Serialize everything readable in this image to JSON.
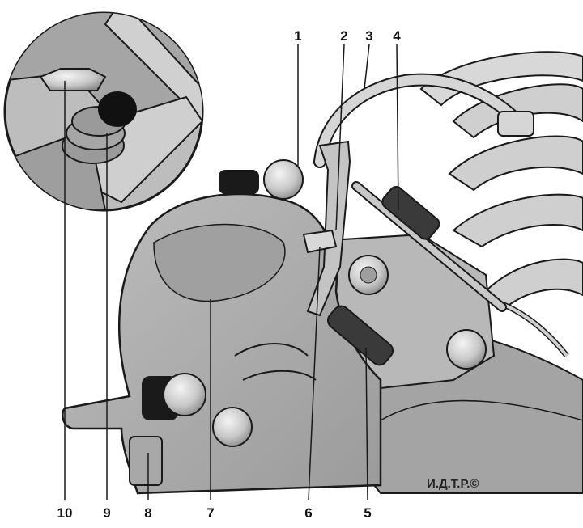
{
  "callouts": {
    "c1": "1",
    "c2": "2",
    "c3": "3",
    "c4": "4",
    "c5": "5",
    "c6": "6",
    "c7": "7",
    "c8": "8",
    "c9": "9",
    "c10": "10"
  },
  "credit": "И.Д.Т.Р.©",
  "colors": {
    "metal_light": "#c9c9c9",
    "metal_mid": "#a9a9a9",
    "metal_dark": "#7a7a7a",
    "outline": "#1a1a1a",
    "background": "#ffffff"
  }
}
